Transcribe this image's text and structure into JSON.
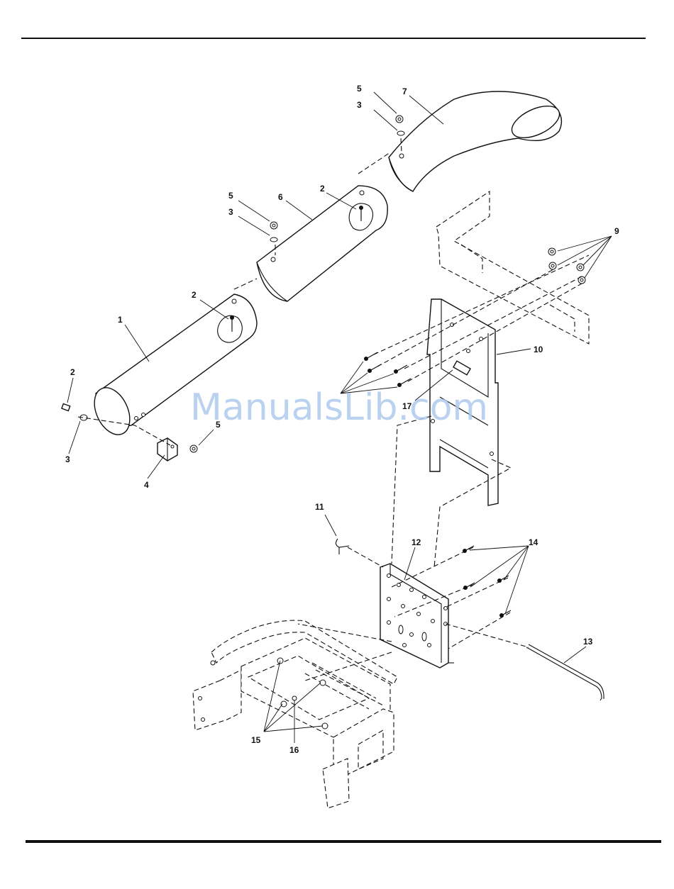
{
  "watermark": "ManualsLib.com",
  "callouts": {
    "c1": "1",
    "c2a": "2",
    "c2b": "2",
    "c2c": "2",
    "c3a": "3",
    "c3b": "3",
    "c3c": "3",
    "c4": "4",
    "c5a": "5",
    "c5b": "5",
    "c5c": "5",
    "c6": "6",
    "c7": "7",
    "c9": "9",
    "c10": "10",
    "c11": "11",
    "c12": "12",
    "c13": "13",
    "c14": "14",
    "c15": "15",
    "c16": "16",
    "c17": "17"
  }
}
